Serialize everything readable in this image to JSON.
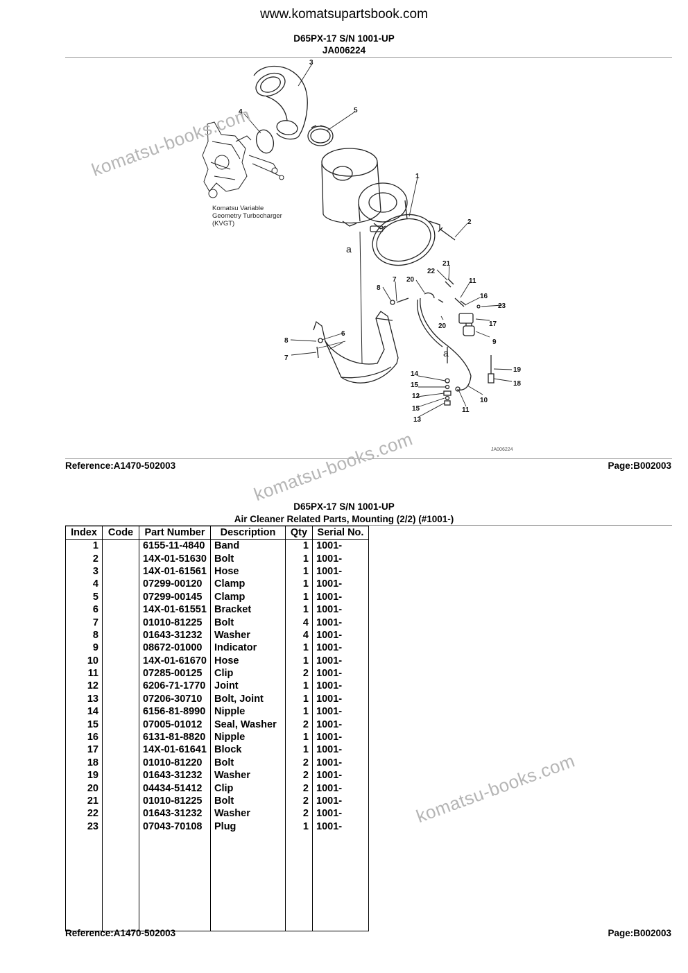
{
  "site": "www.komatsupartsbook.com",
  "page1": {
    "model": "D65PX-17 S/N 1001-UP",
    "illustration_code": "JA006224",
    "reference": "Reference:A1470-502003",
    "page": "Page:B002003"
  },
  "diagram": {
    "callouts": [
      "1",
      "2",
      "3",
      "4",
      "5",
      "6",
      "7",
      "8",
      "9",
      "10",
      "11",
      "12",
      "13",
      "14",
      "15",
      "16",
      "17",
      "18",
      "19",
      "20",
      "21",
      "22",
      "23"
    ],
    "label_a": "a",
    "turbo_note": [
      "Komatsu Variable",
      "Geometry Turbocharger",
      "(KVGT)"
    ],
    "drawing_no": "JA006224"
  },
  "page2": {
    "model": "D65PX-17 S/N 1001-UP",
    "title": "Air Cleaner Related Parts, Mounting (2/2) (#1001-)",
    "reference": "Reference:A1470-502003",
    "page": "Page:B002003"
  },
  "table": {
    "headers": [
      "Index",
      "Code",
      "Part Number",
      "Description",
      "Qty",
      "Serial No."
    ],
    "rows": [
      [
        "1",
        "",
        "6155-11-4840",
        "Band",
        "1",
        "1001-"
      ],
      [
        "2",
        "",
        "14X-01-51630",
        "Bolt",
        "1",
        "1001-"
      ],
      [
        "3",
        "",
        "14X-01-61561",
        "Hose",
        "1",
        "1001-"
      ],
      [
        "4",
        "",
        "07299-00120",
        "Clamp",
        "1",
        "1001-"
      ],
      [
        "5",
        "",
        "07299-00145",
        "Clamp",
        "1",
        "1001-"
      ],
      [
        "6",
        "",
        "14X-01-61551",
        "Bracket",
        "1",
        "1001-"
      ],
      [
        "7",
        "",
        "01010-81225",
        "Bolt",
        "4",
        "1001-"
      ],
      [
        "8",
        "",
        "01643-31232",
        "Washer",
        "4",
        "1001-"
      ],
      [
        "9",
        "",
        "08672-01000",
        "Indicator",
        "1",
        "1001-"
      ],
      [
        "10",
        "",
        "14X-01-61670",
        "Hose",
        "1",
        "1001-"
      ],
      [
        "11",
        "",
        "07285-00125",
        "Clip",
        "2",
        "1001-"
      ],
      [
        "12",
        "",
        "6206-71-1770",
        "Joint",
        "1",
        "1001-"
      ],
      [
        "13",
        "",
        "07206-30710",
        "Bolt, Joint",
        "1",
        "1001-"
      ],
      [
        "14",
        "",
        "6156-81-8990",
        "Nipple",
        "1",
        "1001-"
      ],
      [
        "15",
        "",
        "07005-01012",
        "Seal, Washer",
        "2",
        "1001-"
      ],
      [
        "16",
        "",
        "6131-81-8820",
        "Nipple",
        "1",
        "1001-"
      ],
      [
        "17",
        "",
        "14X-01-61641",
        "Block",
        "1",
        "1001-"
      ],
      [
        "18",
        "",
        "01010-81220",
        "Bolt",
        "2",
        "1001-"
      ],
      [
        "19",
        "",
        "01643-31232",
        "Washer",
        "2",
        "1001-"
      ],
      [
        "20",
        "",
        "04434-51412",
        "Clip",
        "2",
        "1001-"
      ],
      [
        "21",
        "",
        "01010-81225",
        "Bolt",
        "2",
        "1001-"
      ],
      [
        "22",
        "",
        "01643-31232",
        "Washer",
        "2",
        "1001-"
      ],
      [
        "23",
        "",
        "07043-70108",
        "Plug",
        "1",
        "1001-"
      ]
    ]
  },
  "watermark": "komatsu-books.com"
}
